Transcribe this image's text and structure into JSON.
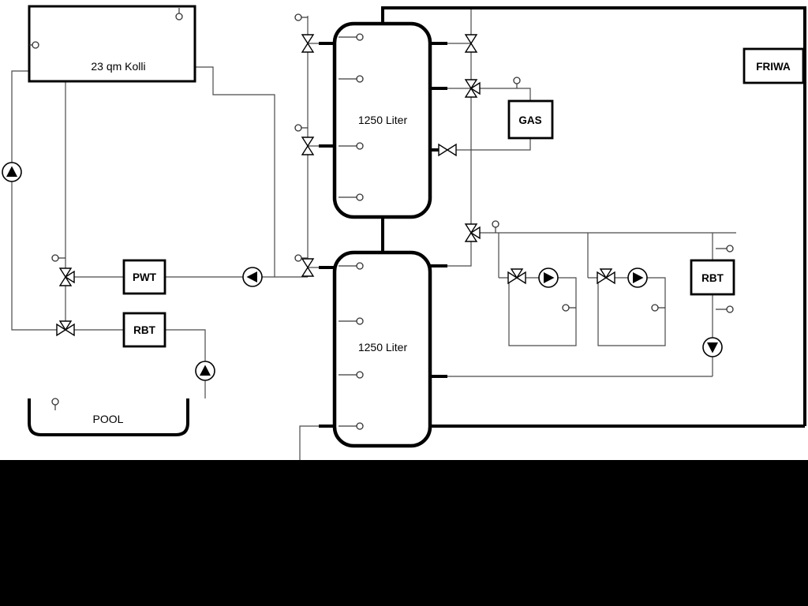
{
  "components": {
    "collector": {
      "label": "23 qm Kolli"
    },
    "tank_top": {
      "label": "1250 Liter"
    },
    "tank_bottom": {
      "label": "1250 Liter"
    },
    "pwt": {
      "label": "PWT"
    },
    "rbt_left": {
      "label": "RBT"
    },
    "pool": {
      "label": "POOL"
    },
    "gas": {
      "label": "GAS"
    },
    "friwa": {
      "label": "FRIWA"
    },
    "rbt_right": {
      "label": "RBT"
    }
  },
  "icons": {
    "pump": "circle with solid flow-direction triangle",
    "valve": "hourglass / bowtie outline",
    "three_way_valve": "bowtie with third branch triangle",
    "sensor": "small circle with stem"
  },
  "colors": {
    "background": "#ffffff",
    "line": "#000000",
    "pipe": "#4a4a4a",
    "bottom_bar": "#000000"
  }
}
